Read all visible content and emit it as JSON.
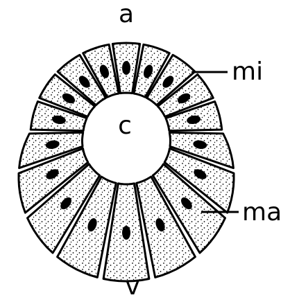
{
  "labels": {
    "top": "a",
    "bottom": "v",
    "center": "c",
    "upper_right": "mi",
    "lower_right": "ma"
  },
  "colors": {
    "ink": "#000000",
    "paper": "#ffffff"
  }
}
